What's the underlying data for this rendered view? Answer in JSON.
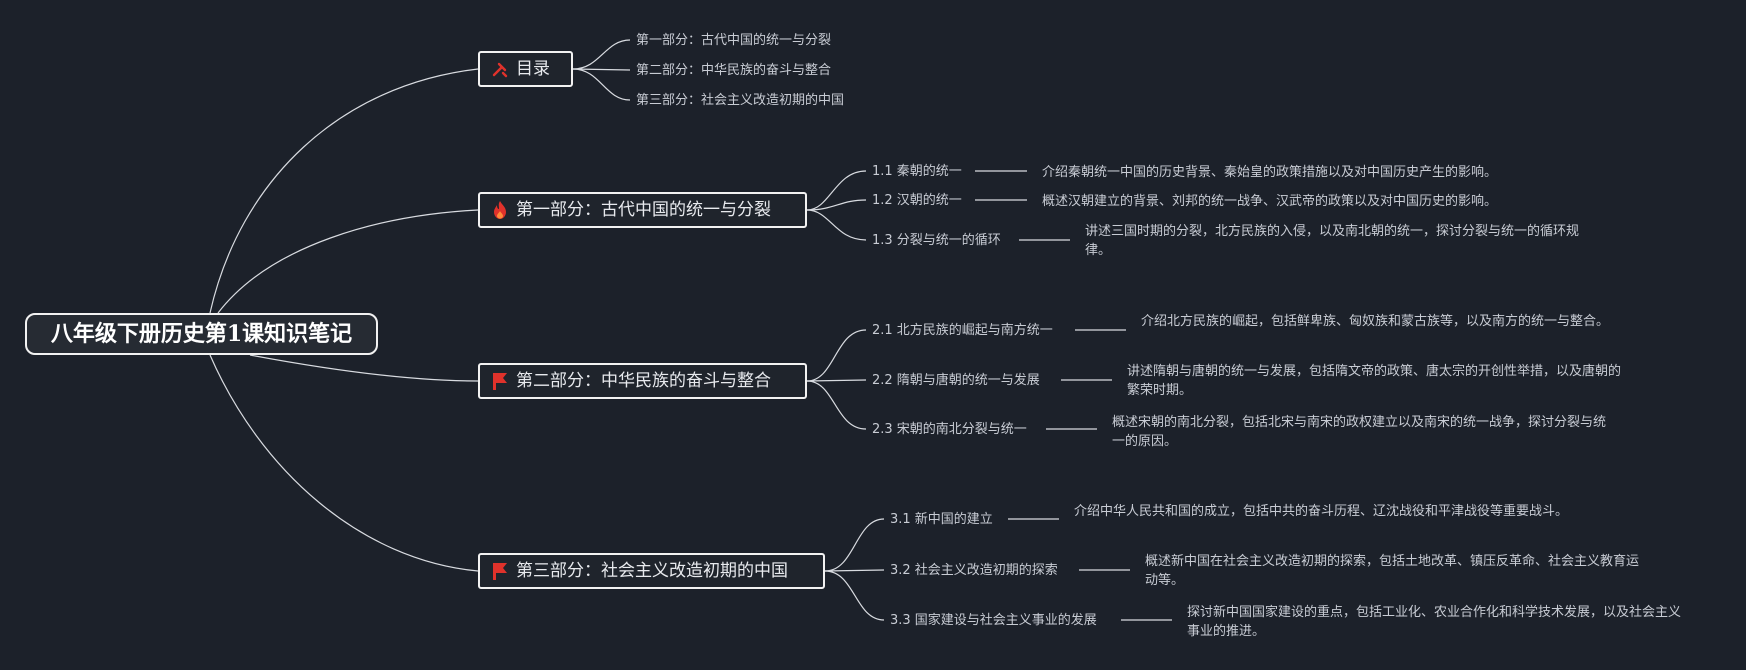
{
  "root": {
    "title": "八年级下册历史第1课知识笔记"
  },
  "branches": [
    {
      "title": "目录",
      "icon": "tools-icon",
      "items": [
        {
          "label": "第一部分：古代中国的统一与分裂"
        },
        {
          "label": "第二部分：中华民族的奋斗与整合"
        },
        {
          "label": "第三部分：社会主义改造初期的中国"
        }
      ]
    },
    {
      "title": "第一部分：古代中国的统一与分裂",
      "icon": "fire-icon",
      "items": [
        {
          "label": "1.1 秦朝的统一",
          "desc": "介绍秦朝统一中国的历史背景、秦始皇的政策措施以及对中国历史产生的影响。"
        },
        {
          "label": "1.2 汉朝的统一",
          "desc": "概述汉朝建立的背景、刘邦的统一战争、汉武帝的政策以及对中国历史的影响。"
        },
        {
          "label": "1.3 分裂与统一的循环",
          "desc": "讲述三国时期的分裂，北方民族的入侵，以及南北朝的统一，探讨分裂与统一的循环规律。"
        }
      ]
    },
    {
      "title": "第二部分：中华民族的奋斗与整合",
      "icon": "flag-icon",
      "items": [
        {
          "label": "2.1 北方民族的崛起与南方统一",
          "desc": "介绍北方民族的崛起，包括鲜卑族、匈奴族和蒙古族等，以及南方的统一与整合。"
        },
        {
          "label": "2.2 隋朝与唐朝的统一与发展",
          "desc": "讲述隋朝与唐朝的统一与发展，包括隋文帝的政策、唐太宗的开创性举措，以及唐朝的繁荣时期。"
        },
        {
          "label": "2.3 宋朝的南北分裂与统一",
          "desc": "概述宋朝的南北分裂，包括北宋与南宋的政权建立以及南宋的统一战争，探讨分裂与统一的原因。"
        }
      ]
    },
    {
      "title": "第三部分：社会主义改造初期的中国",
      "icon": "flag-icon",
      "items": [
        {
          "label": "3.1 新中国的建立",
          "desc": "介绍中华人民共和国的成立，包括中共的奋斗历程、辽沈战役和平津战役等重要战斗。"
        },
        {
          "label": "3.2 社会主义改造初期的探索",
          "desc": "概述新中国在社会主义改造初期的探索，包括土地改革、镇压反革命、社会主义教育运动等。"
        },
        {
          "label": "3.3 国家建设与社会主义事业的发展",
          "desc": "探讨新中国国家建设的重点，包括工业化、农业合作化和科学技术发展，以及社会主义事业的推进。"
        }
      ]
    }
  ],
  "colors": {
    "background": "#1c212a",
    "line": "#d8dbe0",
    "icon_red": "#e0322b"
  }
}
